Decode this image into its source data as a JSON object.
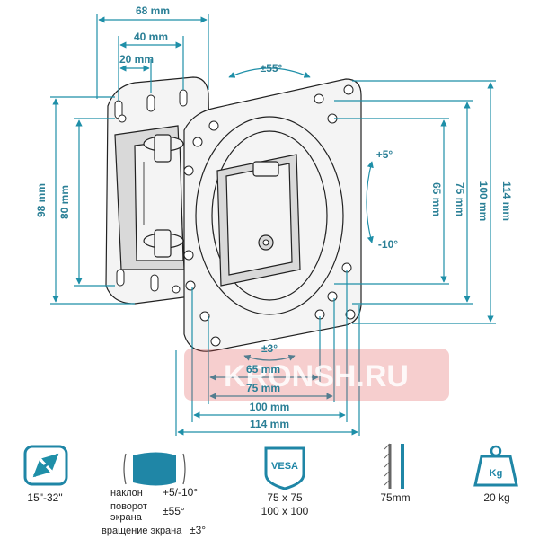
{
  "dimensions": {
    "top_68": "68 mm",
    "top_40": "40 mm",
    "top_20": "20 mm",
    "left_98": "98 mm",
    "left_80": "80 mm",
    "right_65": "65 mm",
    "right_75": "75 mm",
    "right_100": "100 mm",
    "right_114": "114 mm",
    "bottom_65": "65 mm",
    "bottom_75": "75 mm",
    "bottom_100": "100 mm",
    "bottom_114": "114 mm"
  },
  "angles": {
    "swivel": "±55°",
    "tilt_up": "+5°",
    "tilt_down": "-10°",
    "rotate": "±3°"
  },
  "watermark": "KRONSH.RU",
  "specs": {
    "screen_size": "15\"-32\"",
    "tilt_label": "наклон",
    "tilt_value": "+5/-10°",
    "swivel_label_1": "поворот",
    "swivel_label_2": "экрана",
    "swivel_value": "±55°",
    "rotate_label": "вращение экрана",
    "rotate_value": "±3°",
    "vesa_badge": "VESA",
    "vesa_1": "75 x 75",
    "vesa_2": "100 x 100",
    "wall_distance": "75mm",
    "weight_badge": "Kg",
    "weight": "20 kg"
  },
  "colors": {
    "dimension": "#1e8fa8",
    "watermark": "#e05050",
    "icon_accent": "#1f86a6"
  }
}
